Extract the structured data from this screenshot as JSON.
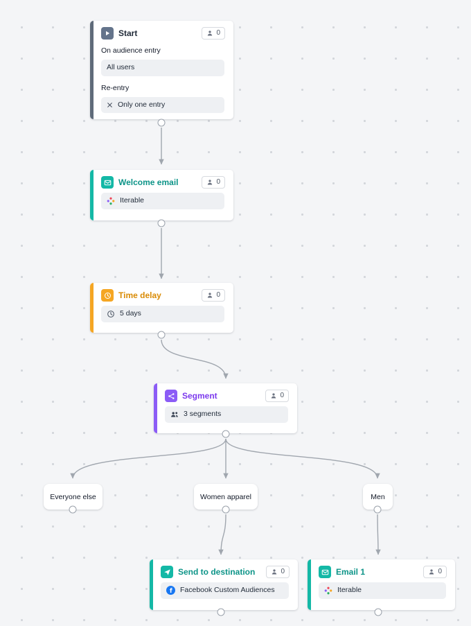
{
  "canvas": {
    "background": "#f4f5f7",
    "dot_color": "#d3d6db"
  },
  "colors": {
    "slate_accent": "#5f6b7a",
    "teal_accent": "#14b8a6",
    "teal_text": "#0d9488",
    "orange_accent": "#f5a623",
    "orange_text": "#d98b06",
    "purple_accent": "#8b5cf6",
    "purple_text": "#7c3aed",
    "facebook_blue": "#1877f2",
    "connector_gray": "#a0a6ae",
    "pill_background": "#eef0f3"
  },
  "nodes": {
    "start": {
      "title": "Start",
      "count": "0",
      "entry_label": "On audience entry",
      "entry_value": "All users",
      "reentry_label": "Re-entry",
      "reentry_value": "Only one entry"
    },
    "welcome_email": {
      "title": "Welcome email",
      "count": "0",
      "integration": "Iterable"
    },
    "time_delay": {
      "title": "Time delay",
      "count": "0",
      "delay_value": "5 days"
    },
    "segment": {
      "title": "Segment",
      "count": "0",
      "segments_value": "3 segments"
    },
    "send_to_destination": {
      "title": "Send to destination",
      "count": "0",
      "destination_value": "Facebook Custom Audiences"
    },
    "email_1": {
      "title": "Email 1",
      "count": "0",
      "integration": "Iterable"
    }
  },
  "branch_labels": {
    "everyone_else": "Everyone else",
    "women_apparel": "Women apparel",
    "men": "Men"
  }
}
